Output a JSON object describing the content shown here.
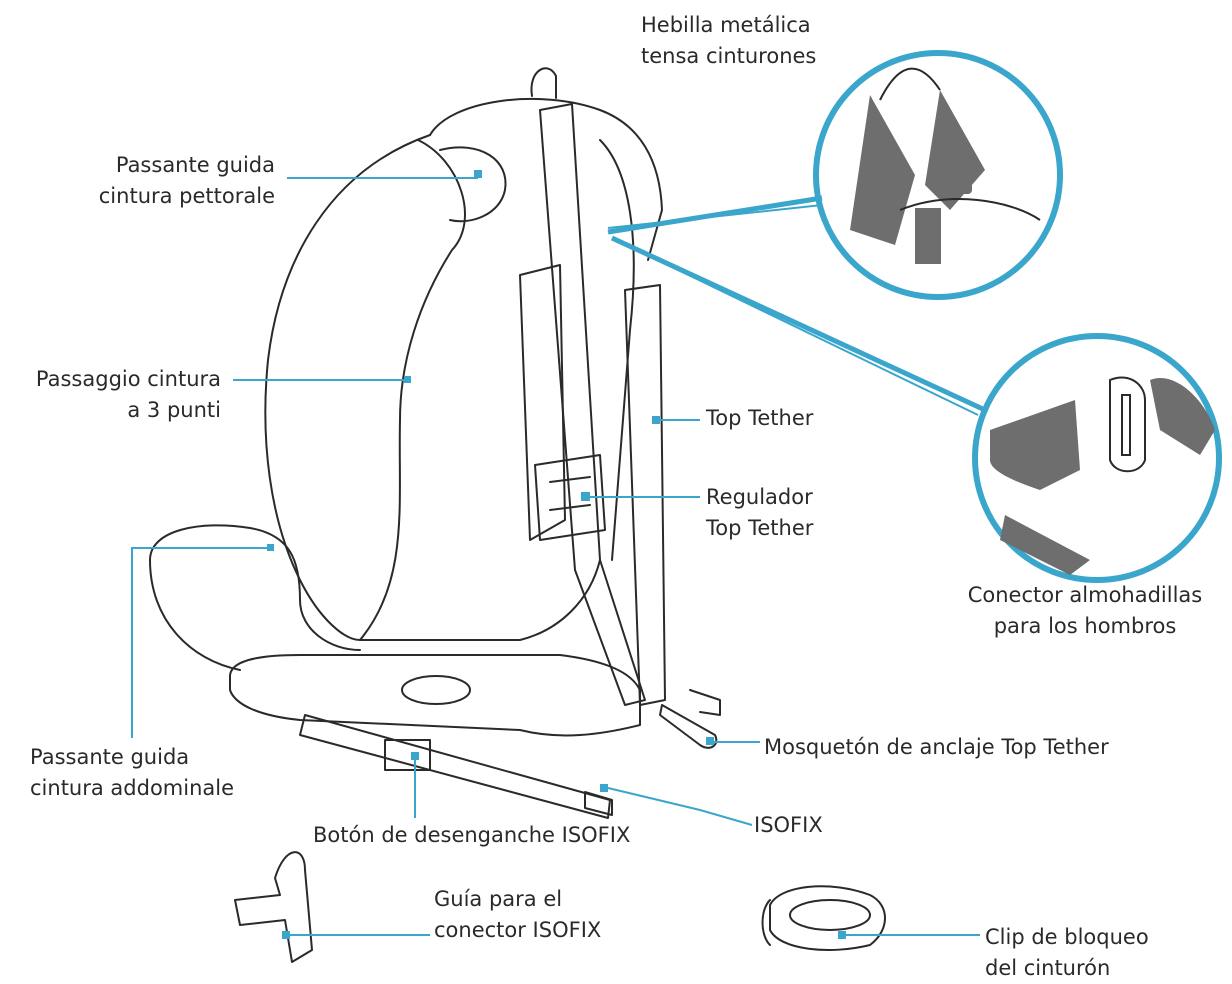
{
  "colors": {
    "accent": "#3aa6cc",
    "line": "#2a2a2a",
    "strap": "#6e6e6e"
  },
  "labels": {
    "hebilla": [
      "Hebilla metálica",
      "tensa cinturones"
    ],
    "passante_pettorale": [
      "Passante guida",
      "cintura pettorale"
    ],
    "passaggio": [
      "Passaggio cintura",
      "a 3 punti"
    ],
    "top_tether": [
      "Top Tether"
    ],
    "regulador": [
      "Regulador",
      "Top Tether"
    ],
    "conector": [
      "Conector almohadillas",
      "para los hombros"
    ],
    "passante_addominale": [
      "Passante guida",
      "cintura addominale"
    ],
    "mosqueton": [
      "Mosquetón de anclaje Top Tether"
    ],
    "isofix": [
      "ISOFIX"
    ],
    "boton": [
      "Botón de desenganche ISOFIX"
    ],
    "guia": [
      "Guía para el",
      "conector ISOFIX"
    ],
    "clip": [
      "Clip de bloqueo",
      "del cinturón"
    ]
  }
}
